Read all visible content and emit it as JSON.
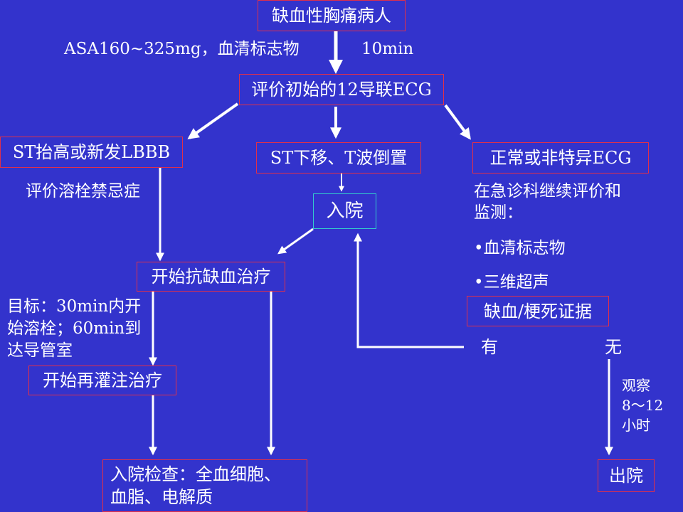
{
  "nodes": {
    "start": "缺血性胸痛病人",
    "ecg": "评价初始的12导联ECG",
    "st_elev": "ST抬高或新发LBBB",
    "st_dep": "ST下移、T波倒置",
    "normal": "正常或非特异ECG",
    "admit": "入院",
    "anti_isch": "开始抗缺血治疗",
    "reperf": "开始再灌注治疗",
    "admit_exam_line1": "入院检查：全血细胞、",
    "admit_exam_line2": "血脂、电解质",
    "evidence": "缺血/梗死证据",
    "discharge": "出院"
  },
  "labels": {
    "asa": "ASA160~325mg，血清标志物",
    "time10": "10min",
    "eval_contra": "评价溶栓禁忌症",
    "er_line1": "在急诊科继续评价和",
    "er_line2": "监测：",
    "bullet1": "•血清标志物",
    "bullet2": "•三维超声",
    "goal_line1": "目标：30min内开",
    "goal_line2": "始溶栓；60min到",
    "goal_line3": "达导管室",
    "yes": "有",
    "no": "无",
    "observe_line1": "观察",
    "observe_line2": "8～12",
    "observe_line3": "小时"
  },
  "colors": {
    "background": "#3333cc",
    "box_border": "#e0304a",
    "admit_border": "#33cccc",
    "text": "#ffffff"
  }
}
